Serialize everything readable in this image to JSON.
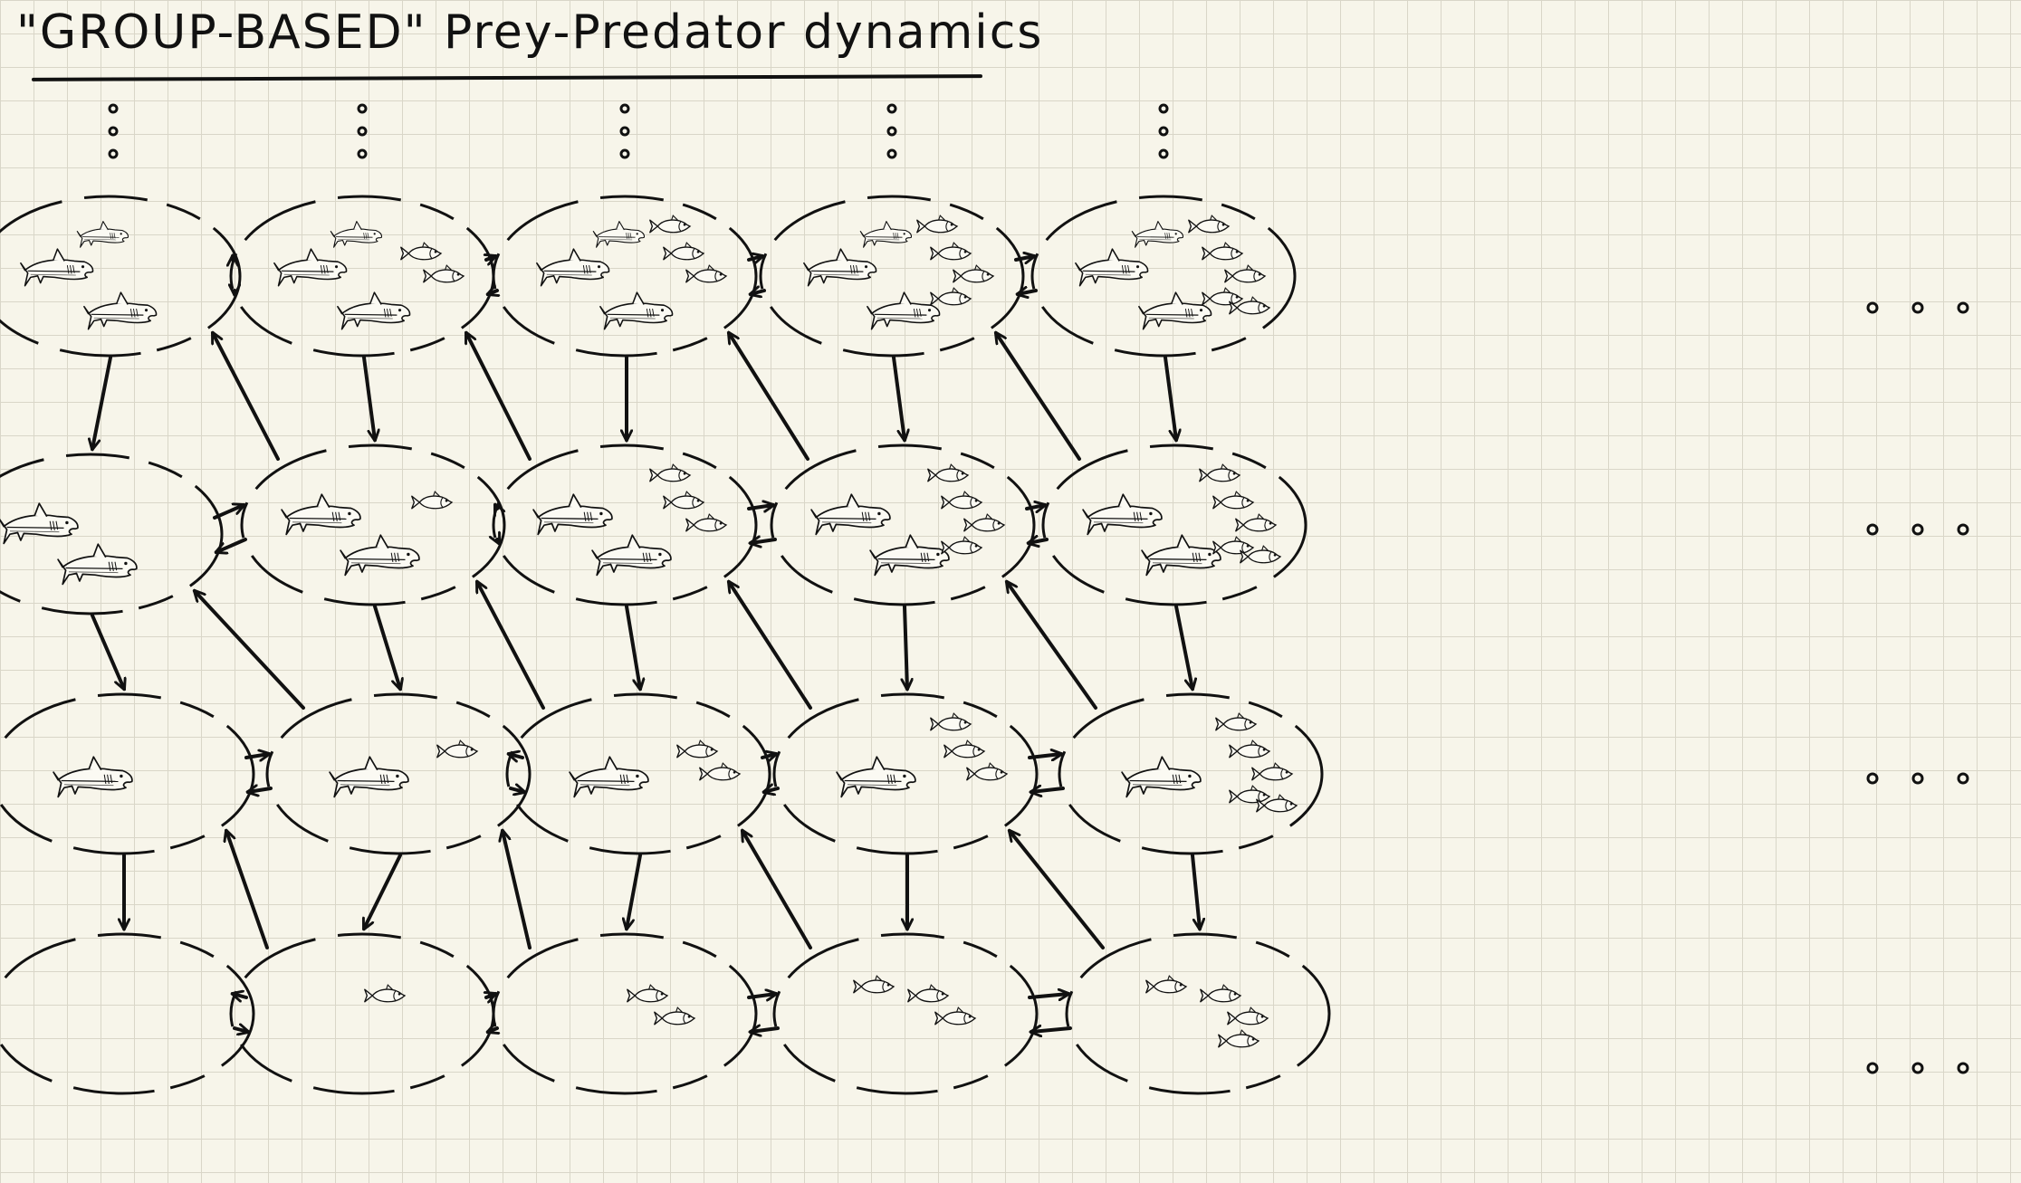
{
  "title": "\"GROUP-BASED\"   Prey-Predator dynamics",
  "grid": {
    "columns": 5,
    "rows": 4,
    "cells": [
      [
        {
          "sharks": 3,
          "fish": 0
        },
        {
          "sharks": 3,
          "fish": 2
        },
        {
          "sharks": 3,
          "fish": 3
        },
        {
          "sharks": 3,
          "fish": 4
        },
        {
          "sharks": 3,
          "fish": 5
        }
      ],
      [
        {
          "sharks": 2,
          "fish": 0
        },
        {
          "sharks": 2,
          "fish": 1
        },
        {
          "sharks": 2,
          "fish": 3
        },
        {
          "sharks": 2,
          "fish": 4
        },
        {
          "sharks": 2,
          "fish": 5
        }
      ],
      [
        {
          "sharks": 1,
          "fish": 0
        },
        {
          "sharks": 1,
          "fish": 1
        },
        {
          "sharks": 1,
          "fish": 2
        },
        {
          "sharks": 1,
          "fish": 3
        },
        {
          "sharks": 1,
          "fish": 5
        }
      ],
      [
        {
          "sharks": 0,
          "fish": 0
        },
        {
          "sharks": 0,
          "fish": 1
        },
        {
          "sharks": 0,
          "fish": 2
        },
        {
          "sharks": 0,
          "fish": 3
        },
        {
          "sharks": 0,
          "fish": 4
        }
      ]
    ]
  },
  "continuation_marks": {
    "top": "...",
    "right": "..."
  }
}
